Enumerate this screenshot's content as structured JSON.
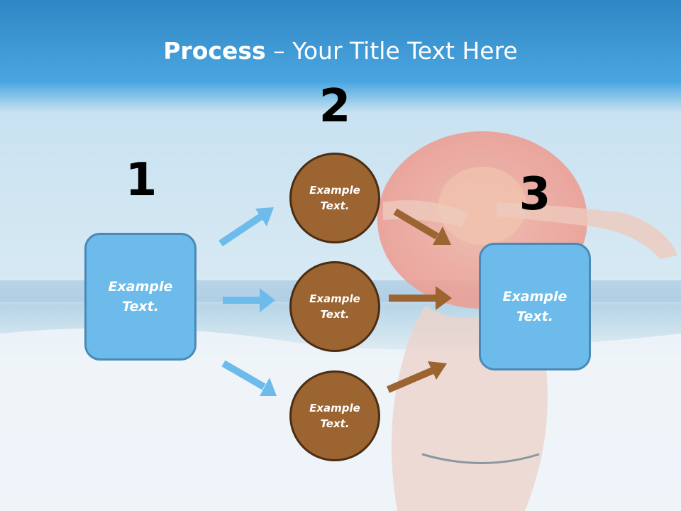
{
  "title": {
    "bold": "Process",
    "rest": " – Your Title Text Here"
  },
  "steps": {
    "one": {
      "number": "1",
      "text": "Example Text."
    },
    "two": {
      "number": "2",
      "items": [
        "Example Text.",
        "Example Text.",
        "Example Text."
      ]
    },
    "three": {
      "number": "3",
      "text": "Example Text."
    }
  },
  "colors": {
    "blue_box": "#6dbbea",
    "brown_circle": "#9b6431",
    "blue_arrow": "#6dbbea",
    "brown_arrow": "#9b6431"
  }
}
